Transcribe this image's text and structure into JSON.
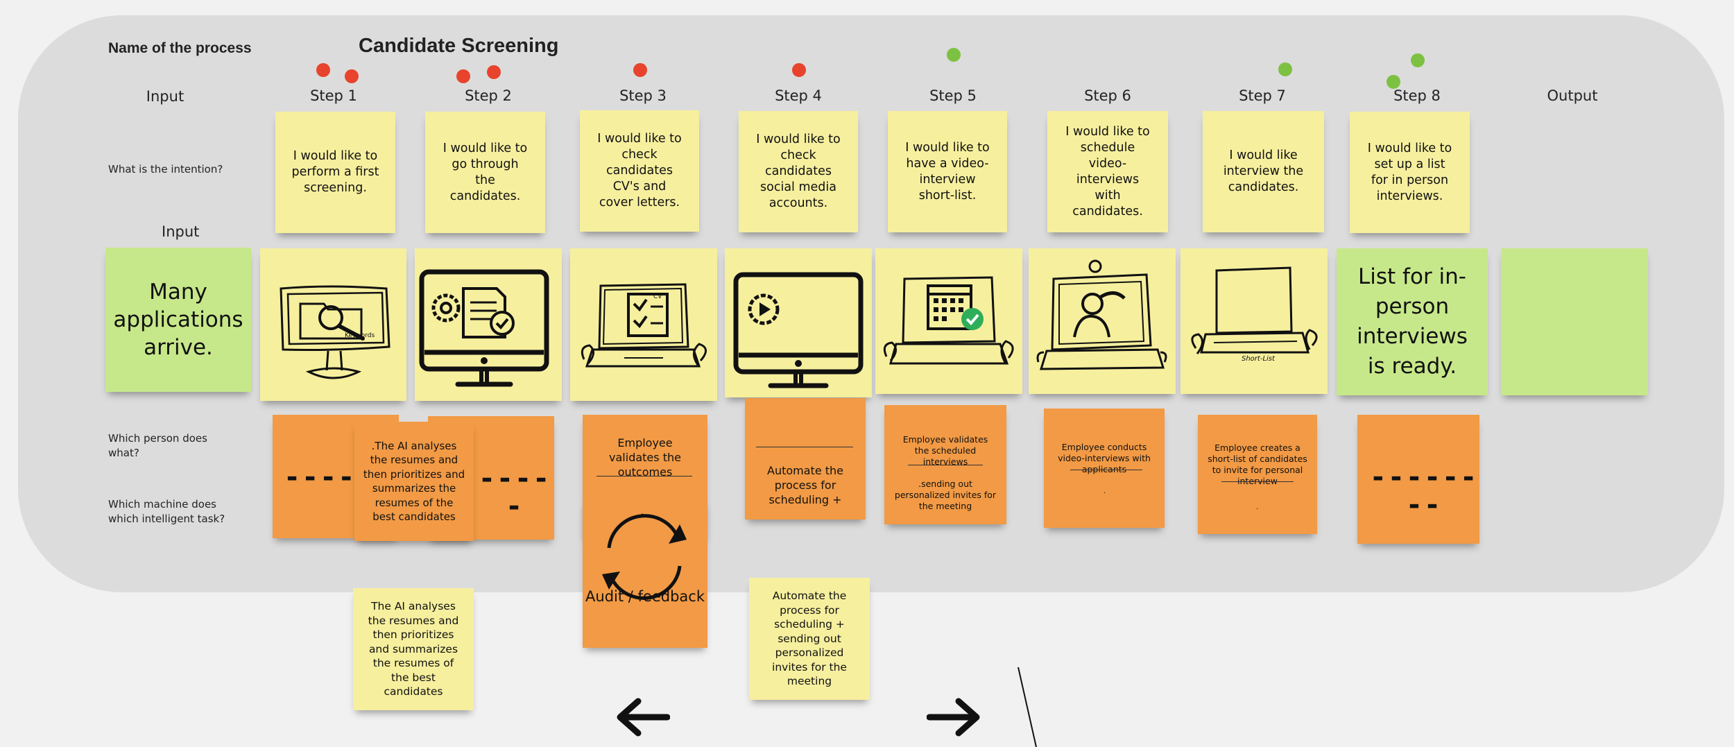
{
  "process": {
    "name_label": "Name of the process",
    "title": "Candidate Screening"
  },
  "columns": {
    "input": "Input",
    "steps": [
      "Step 1",
      "Step 2",
      "Step 3",
      "Step 4",
      "Step 5",
      "Step 6",
      "Step 7",
      "Step 8"
    ],
    "output": "Output"
  },
  "rows": {
    "intention": "What is the intention?",
    "input_label": "Input",
    "person": "Which person does what?",
    "machine": "Which machine does which intelligent task?"
  },
  "intentions": [
    "I would like to perform a first screening.",
    "I would like to go through the candidates.",
    "I would like to check candidates CV's and cover letters.",
    "I would like to check candidates social media accounts.",
    "I would like to have a video-interview short-list.",
    "I would like to schedule video-interviews with candidates.",
    "I would like interview the candidates.",
    "I would like to set up a list for in person interviews."
  ],
  "input_note": "Many applications arrive.",
  "step8_note": "List for in-person interviews is ready.",
  "sketch_text": {
    "keywords": "Keywords",
    "shortlist": "Short-List",
    "cv": "CV"
  },
  "tasks": {
    "dashes": "-----",
    "dashes8": "--------",
    "ai_analyse": ".The AI analyses the resumes and then prioritizes and summarizes the resumes of the best candidates",
    "validate": "Employee validates the outcomes",
    "audit": "Audit / feedback",
    "automate": "Automate the process for scheduling +",
    "validate_interviews": "Employee validates the scheduled interviews",
    "sending": ".sending out personalized invites for the meeting",
    "conducts": "Employee conducts video-interviews with applicants",
    "creates": "Employee creates a short-list of candidates to invite for personal interview",
    "dot": "."
  },
  "below": {
    "ai_note": "The AI analyses the resumes and then prioritizes and summarizes the resumes of the best candidates",
    "automate_note": "Automate the process for scheduling + sending out personalized invites for the meeting"
  },
  "colors": {
    "red_dot": "#e8432c",
    "green_dot": "#7dc142",
    "yellow_note": "#f6ef9e",
    "green_note": "#c7e88a",
    "orange_note": "#f29a45"
  }
}
